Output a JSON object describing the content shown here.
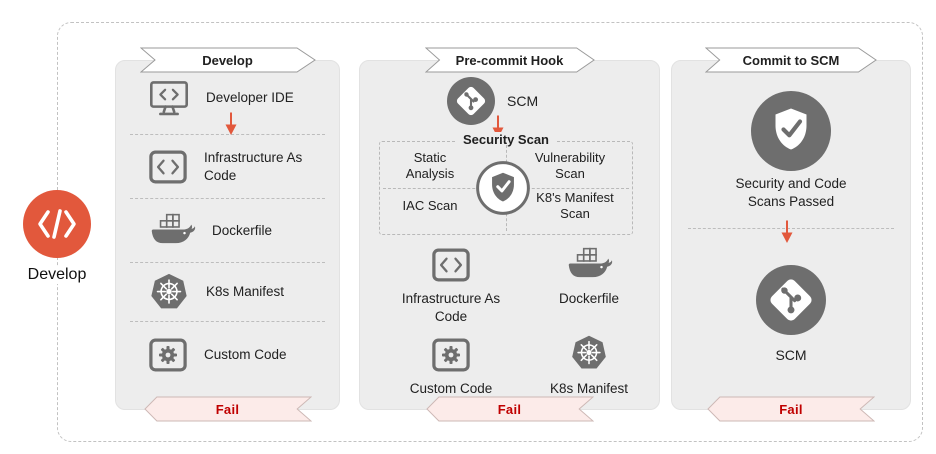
{
  "figure": {
    "label": "Develop",
    "icon": "code-icon"
  },
  "develop_panel": {
    "title": "Develop",
    "items": [
      {
        "icon": "developer-ide-icon",
        "label": "Developer IDE"
      },
      {
        "icon": "infrastructure-as-code-icon",
        "label": "Infrastructure As Code"
      },
      {
        "icon": "dockerfile-icon",
        "label": "Dockerfile"
      },
      {
        "icon": "k8s-manifest-icon",
        "label": "K8s Manifest"
      },
      {
        "icon": "custom-code-icon",
        "label": "Custom Code"
      }
    ],
    "fail_label": "Fail"
  },
  "precommit_panel": {
    "title": "Pre-commit Hook",
    "scm_label": "SCM",
    "security_scan": {
      "title": "Security Scan",
      "top_left": "Static Analysis",
      "top_right": "Vulnerability Scan",
      "bottom_left": "IAC Scan",
      "bottom_right": "K8's Manifest Scan",
      "icon": "shield-check-icon"
    },
    "artifacts": [
      {
        "icon": "infrastructure-as-code-icon",
        "label": "Infrastructure As Code"
      },
      {
        "icon": "dockerfile-icon",
        "label": "Dockerfile"
      },
      {
        "icon": "custom-code-icon",
        "label": "Custom Code"
      },
      {
        "icon": "k8s-manifest-icon",
        "label": "K8s Manifest"
      }
    ],
    "fail_label": "Fail"
  },
  "commit_panel": {
    "title": "Commit to SCM",
    "passed_label": "Security and Code Scans Passed",
    "passed_icon": "shield-check-icon",
    "scm_label": "SCM",
    "scm_icon": "git-icon",
    "fail_label": "Fail"
  },
  "colors": {
    "accent_orange": "#E2583C",
    "fail_red": "#C00000",
    "icon_gray": "#6E6E6E",
    "panel_bg": "#EDEDED",
    "fail_banner_bg": "#FCEBE9"
  }
}
